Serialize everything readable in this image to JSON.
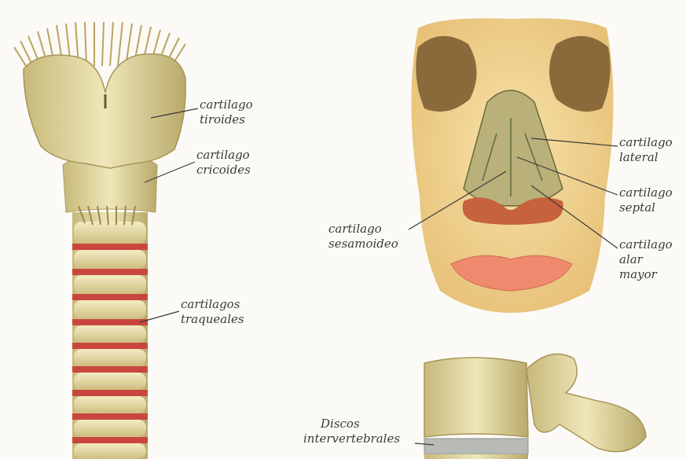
{
  "labels": {
    "tiroides": {
      "line1": "cartilago",
      "line2": "tiroides"
    },
    "cricoides": {
      "line1": "cartilago",
      "line2": "cricoides"
    },
    "traqueales": {
      "line1": "cartilagos",
      "line2": "traqueales"
    },
    "lateral": {
      "line1": "cartilago",
      "line2": "lateral"
    },
    "septal": {
      "line1": "cartilago",
      "line2": "septal"
    },
    "sesamoideo": {
      "line1": "cartilago",
      "line2": "sesamoideo"
    },
    "alar": {
      "line1": "cartilago",
      "line2": "alar",
      "line3": "mayor"
    },
    "discos": {
      "line1": "Discos",
      "line2": "intervertebrales"
    }
  },
  "colors": {
    "background": "#fbfaf6",
    "cartilage": "#e9dea2",
    "trachea_red": "#c9463f",
    "skin": "#f3d49a",
    "lips": "#ef8a6e",
    "leader_line": "#3a3a3a"
  }
}
